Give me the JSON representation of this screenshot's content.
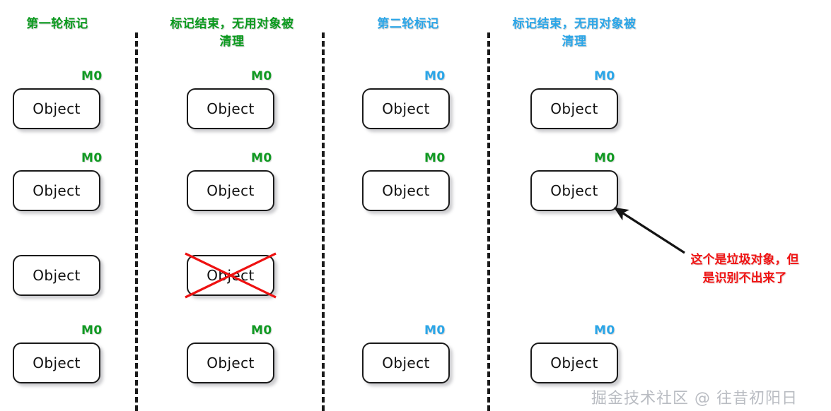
{
  "diagram": {
    "title_row": [
      {
        "text": "第一轮标记",
        "color": "#0b9a1e",
        "tone": "green"
      },
      {
        "text": "标记结束，无用对象被\n清理",
        "color": "#0b9a1e",
        "tone": "green"
      },
      {
        "text": "第二轮标记",
        "color": "#2ba6e8",
        "tone": "blue"
      },
      {
        "text": "标记结束，无用对象被\n清理",
        "color": "#2ba6e8",
        "tone": "blue"
      }
    ],
    "object_label": "Object",
    "mark_label": "M0",
    "columns": [
      {
        "name": "first-mark-round",
        "boxes": [
          {
            "row": 1,
            "present": true,
            "mark": "M0",
            "mark_tone": "green",
            "struck": false
          },
          {
            "row": 2,
            "present": true,
            "mark": "M0",
            "mark_tone": "green",
            "struck": false
          },
          {
            "row": 3,
            "present": true,
            "mark": "",
            "mark_tone": "none",
            "struck": false
          },
          {
            "row": 4,
            "present": true,
            "mark": "M0",
            "mark_tone": "green",
            "struck": false
          }
        ]
      },
      {
        "name": "first-sweep-result",
        "boxes": [
          {
            "row": 1,
            "present": true,
            "mark": "M0",
            "mark_tone": "green",
            "struck": false
          },
          {
            "row": 2,
            "present": true,
            "mark": "M0",
            "mark_tone": "green",
            "struck": false
          },
          {
            "row": 3,
            "present": true,
            "mark": "",
            "mark_tone": "none",
            "struck": true
          },
          {
            "row": 4,
            "present": true,
            "mark": "M0",
            "mark_tone": "green",
            "struck": false
          }
        ]
      },
      {
        "name": "second-mark-round",
        "boxes": [
          {
            "row": 1,
            "present": true,
            "mark": "M0",
            "mark_tone": "blue",
            "struck": false
          },
          {
            "row": 2,
            "present": true,
            "mark": "M0",
            "mark_tone": "green",
            "struck": false
          },
          {
            "row": 3,
            "present": false,
            "mark": "",
            "mark_tone": "none",
            "struck": false
          },
          {
            "row": 4,
            "present": true,
            "mark": "M0",
            "mark_tone": "blue",
            "struck": false
          }
        ]
      },
      {
        "name": "second-sweep-result",
        "boxes": [
          {
            "row": 1,
            "present": true,
            "mark": "M0",
            "mark_tone": "blue",
            "struck": false
          },
          {
            "row": 2,
            "present": true,
            "mark": "M0",
            "mark_tone": "green",
            "struck": false
          },
          {
            "row": 3,
            "present": false,
            "mark": "",
            "mark_tone": "none",
            "struck": false
          },
          {
            "row": 4,
            "present": true,
            "mark": "M0",
            "mark_tone": "blue",
            "struck": false
          }
        ]
      }
    ],
    "annotation": {
      "text": "这个是垃圾对象，但\n是识别不出来了",
      "color": "#f01414"
    },
    "watermark": "掘金技术社区 @ 往昔初阳日",
    "palette": {
      "green": "#0b9a1e",
      "blue": "#2ba6e8",
      "red": "#f01414",
      "box_border": "#1a1a1a",
      "background": "#ffffff"
    }
  }
}
